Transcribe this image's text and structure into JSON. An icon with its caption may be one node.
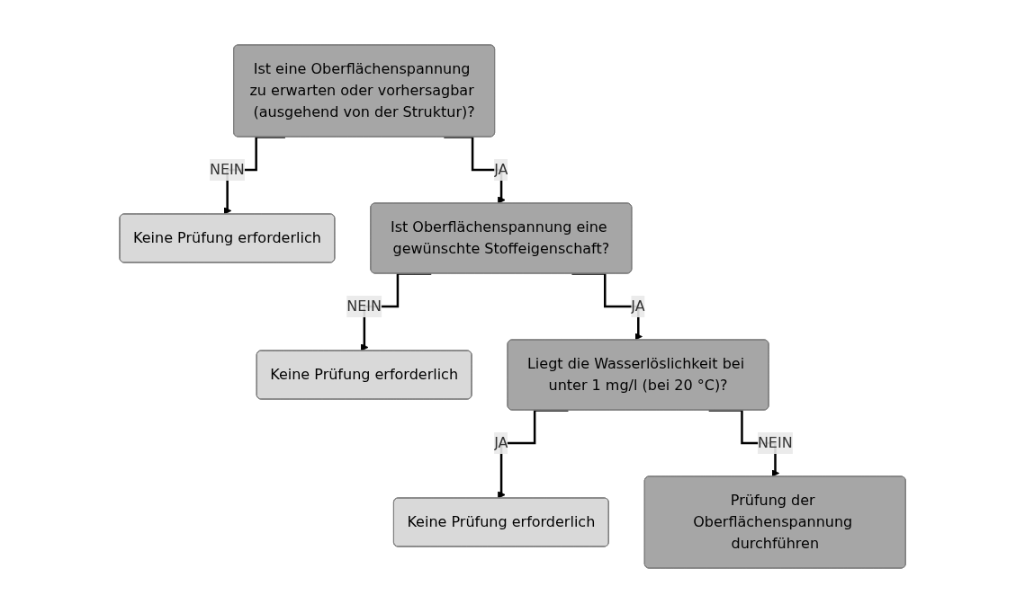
{
  "diagram": {
    "nodes": [
      {
        "text": [
          "Ist eine Oberflächenspannung zu erwarten oder vorhersagbar (ausgehend von der Struktur)?"
        ]
      },
      {
        "text": [
          "Keine Prüfung erforderlich"
        ]
      },
      {
        "text": [
          "Ist Oberflächenspannung eine gewünschte Stoffeigenschaft?"
        ]
      },
      {
        "text": [
          "Keine Prüfung erforderlich"
        ]
      },
      {
        "text": [
          "Liegt die Wasserlöslichkeit bei unter 1 mg/l (bei 20 °C)?"
        ]
      },
      {
        "text": [
          "Keine Prüfung erforderlich"
        ]
      },
      {
        "text": [
          "Prüfung der Oberflächenspannung durchführen"
        ]
      }
    ],
    "edges": [
      {
        "from": 0,
        "to": 1,
        "label": "NEIN",
        "arrow": "to"
      },
      {
        "from": 0,
        "to": 2,
        "label": "JA",
        "arrow": "to"
      },
      {
        "from": 2,
        "to": 3,
        "label": "NEIN",
        "arrow": "to"
      },
      {
        "from": 2,
        "to": 4,
        "label": "JA",
        "arrow": "to"
      },
      {
        "from": 4,
        "to": 5,
        "label": "JA",
        "arrow": "to"
      },
      {
        "from": 4,
        "to": 6,
        "label": "NEIN",
        "arrow": "to"
      }
    ]
  }
}
